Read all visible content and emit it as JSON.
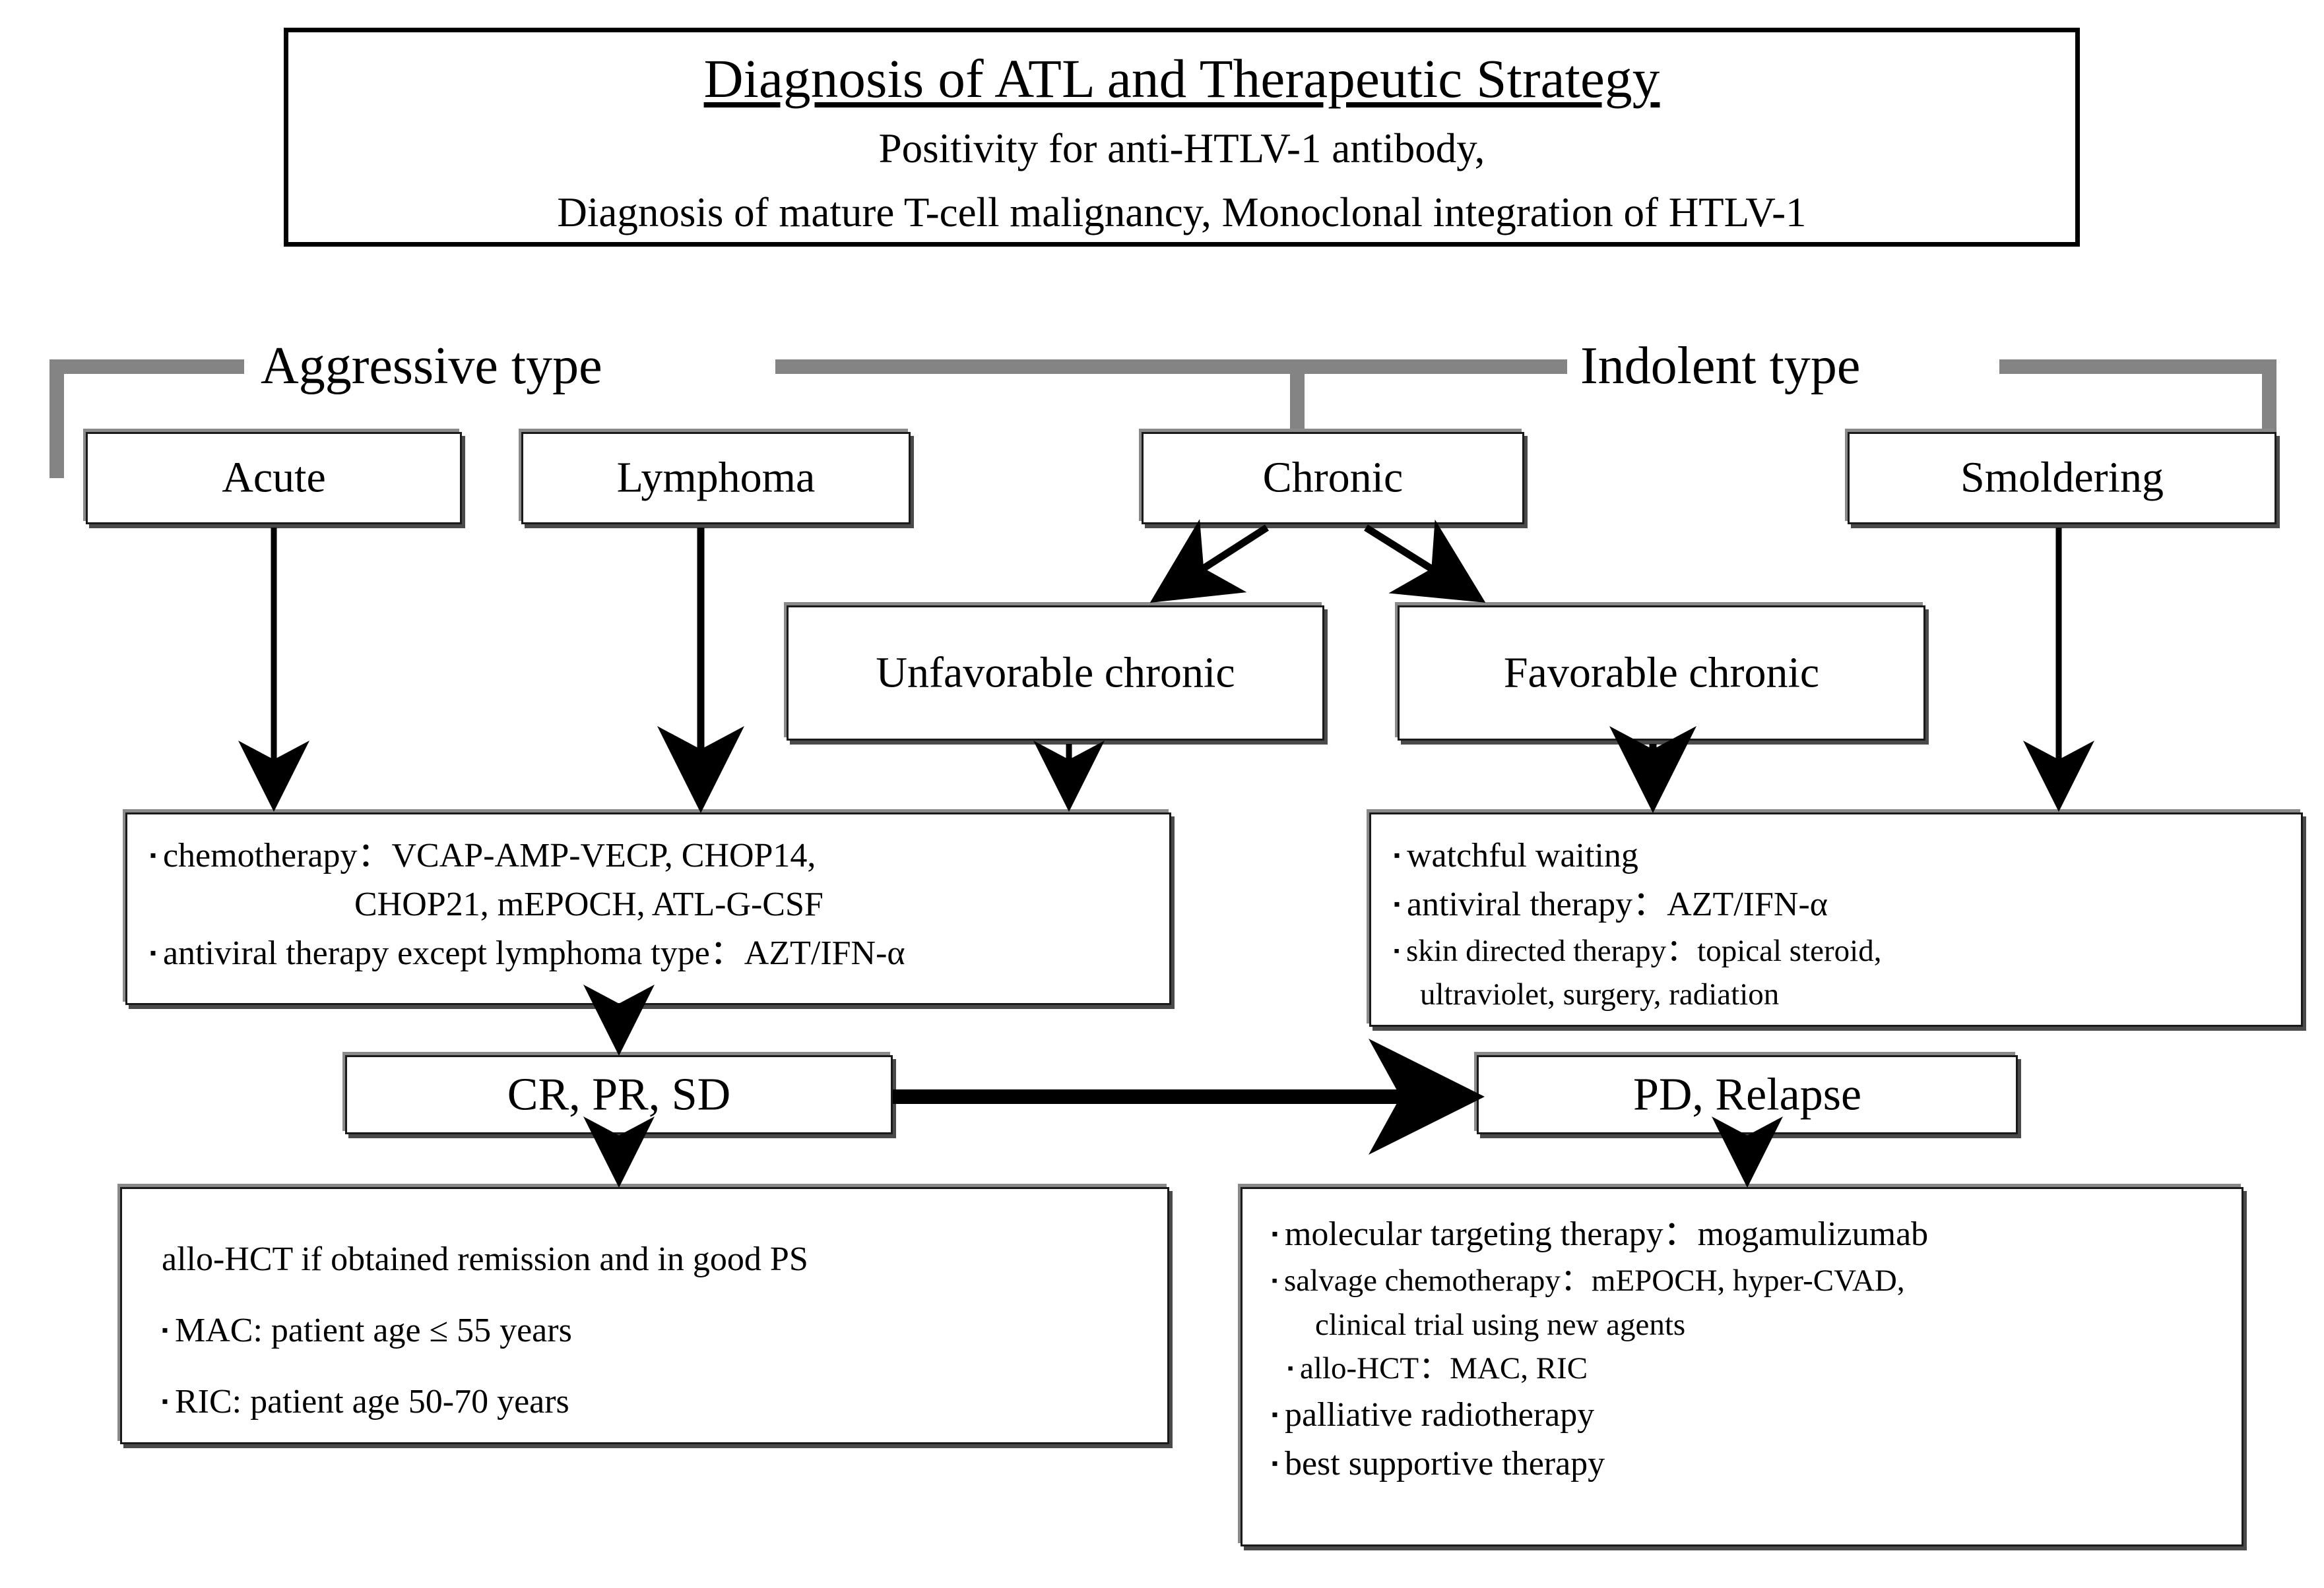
{
  "header": {
    "title": "Diagnosis of ATL and Therapeutic Strategy",
    "subtitle_line1": "Positivity for anti-HTLV-1 antibody,",
    "subtitle_line2": "Diagnosis of mature T-cell malignancy, Monoclonal integration of HTLV-1"
  },
  "type_groups": {
    "aggressive_label": "Aggressive type",
    "indolent_label": "Indolent type"
  },
  "stages": {
    "acute": "Acute",
    "lymphoma": "Lymphoma",
    "chronic": "Chronic",
    "smoldering": "Smoldering",
    "unfavorable_chronic": "Unfavorable chronic",
    "favorable_chronic": "Favorable chronic"
  },
  "aggressive_treatment": {
    "line1": "chemotherapy：VCAP-AMP-VECP, CHOP14,",
    "line2": "CHOP21, mEPOCH, ATL-G-CSF",
    "line3": "antiviral therapy except lymphoma type：AZT/IFN-α"
  },
  "indolent_treatment": {
    "line1": "watchful waiting",
    "line2": "antiviral therapy：AZT/IFN-α",
    "line3": "skin directed therapy：topical steroid,",
    "line4": "ultraviolet, surgery, radiation"
  },
  "responses": {
    "good": "CR, PR, SD",
    "bad": "PD, Relapse"
  },
  "transplant": {
    "line1": "allo-HCT if obtained remission and in good PS",
    "line2": "MAC: patient age ≤ 55 years",
    "line3": "RIC: patient age 50-70 years"
  },
  "salvage": {
    "line1": "molecular targeting therapy：mogamulizumab",
    "line2": "salvage chemotherapy：mEPOCH, hyper-CVAD,",
    "line3": "clinical trial using new agents",
    "line4": "allo-HCT：MAC, RIC",
    "line5": "palliative radiotherapy",
    "line6": "best supportive therapy"
  },
  "colors": {
    "bracket_gray": "#848484",
    "box_border": "#1a1a1a",
    "bevel_light": "#8a8a8a",
    "bevel_dark": "#4a4a4a",
    "background": "#ffffff",
    "text": "#000000"
  }
}
